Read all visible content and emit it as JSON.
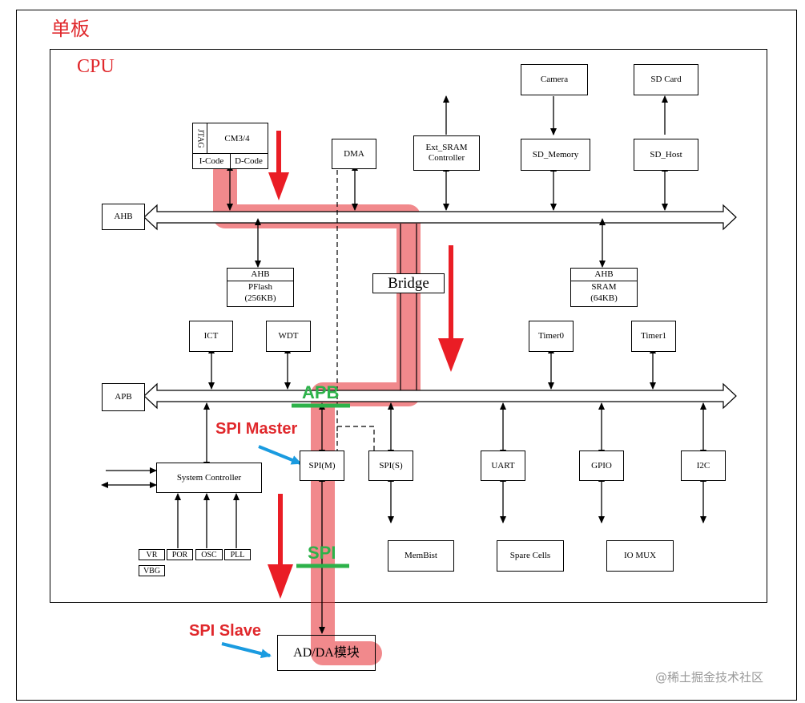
{
  "board_label": "单板",
  "cpu_label": "CPU",
  "buses": {
    "ahb": "AHB",
    "apb": "APB"
  },
  "blocks": {
    "cm_core": "CM3/4",
    "jtag": "JTAG",
    "icode": "I-Code",
    "dcode": "D-Code",
    "dma": "DMA",
    "ext_sram": "Ext_SRAM\nController",
    "camera": "Camera",
    "sd_memory": "SD_Memory",
    "sd_card": "SD Card",
    "sd_host": "SD_Host",
    "pflash_bus": "AHB",
    "pflash": "PFlash\n(256KB)",
    "bridge": "Bridge",
    "sram_bus": "AHB",
    "sram": "SRAM\n(64KB)",
    "ict": "ICT",
    "wdt": "WDT",
    "timer0": "Timer0",
    "timer1": "Timer1",
    "system_controller": "System Controller",
    "spi_m": "SPI(M)",
    "spi_s": "SPI(S)",
    "uart": "UART",
    "gpio": "GPIO",
    "i2c": "I2C",
    "vr": "VR",
    "por": "POR",
    "osc": "OSC",
    "pll": "PLL",
    "vbg": "VBG",
    "membist": "MemBist",
    "spare_cells": "Spare Cells",
    "io_mux": "IO MUX",
    "adda": "AD/DA模块"
  },
  "annotations": {
    "apb_label": "APB",
    "spi_label": "SPI",
    "spi_master": "SPI Master",
    "spi_slave": "SPI Slave"
  },
  "watermark": "@稀土掘金技术社区"
}
